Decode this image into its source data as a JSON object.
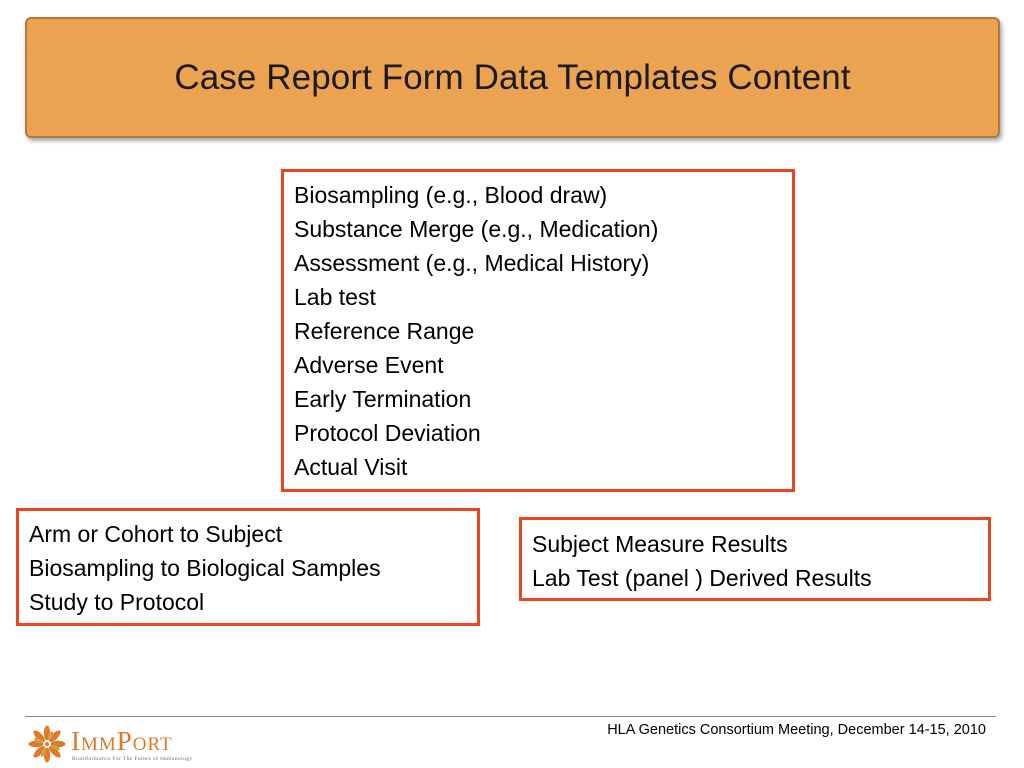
{
  "slide": {
    "title": "Case Report Form Data Templates Content"
  },
  "boxes": {
    "center": {
      "items": [
        "Biosampling (e.g., Blood draw)",
        "Substance Merge (e.g., Medication)",
        "Assessment (e.g., Medical History)",
        "Lab test",
        "Reference Range",
        "Adverse Event",
        "Early Termination",
        "Protocol Deviation",
        "Actual Visit"
      ]
    },
    "left": {
      "items": [
        "Arm or Cohort to Subject",
        "Biosampling to Biological Samples",
        "Study to Protocol"
      ]
    },
    "right": {
      "items": [
        "Subject Measure Results",
        "Lab Test (panel ) Derived Results"
      ]
    }
  },
  "footer": {
    "text": "HLA Genetics Consortium Meeting, December 14-15, 2010",
    "logo_name": "ImmPort",
    "logo_tagline": "Bioinformatics For The Future of Immunology",
    "logo_icon": "immport-flower-icon"
  },
  "colors": {
    "banner": "#eba352",
    "box_border": "#e8471e",
    "logo_orange": "#e07a2a"
  }
}
